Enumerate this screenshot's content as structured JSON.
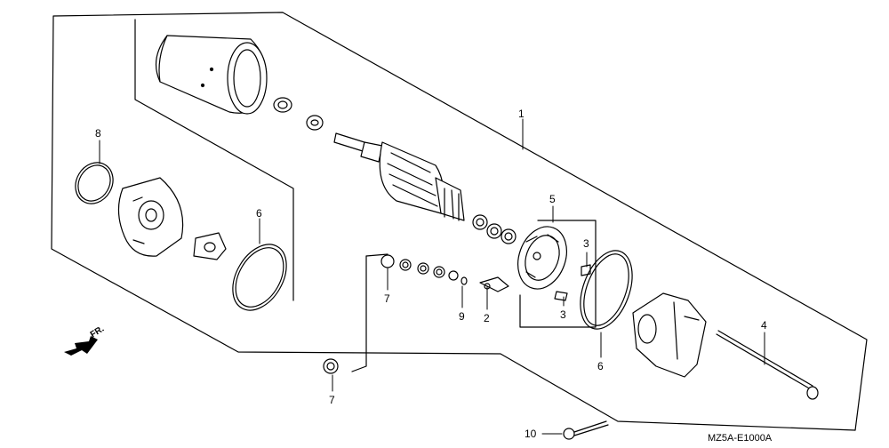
{
  "diagram": {
    "drawing_code": "MZ5A-E1000A",
    "direction_label": "FR.",
    "callouts": {
      "c1": "1",
      "c2": "2",
      "c3a": "3",
      "c3b": "3",
      "c4": "4",
      "c5": "5",
      "c6a": "6",
      "c6b": "6",
      "c7a": "7",
      "c7b": "7",
      "c8": "8",
      "c9": "9",
      "c10": "10"
    }
  }
}
